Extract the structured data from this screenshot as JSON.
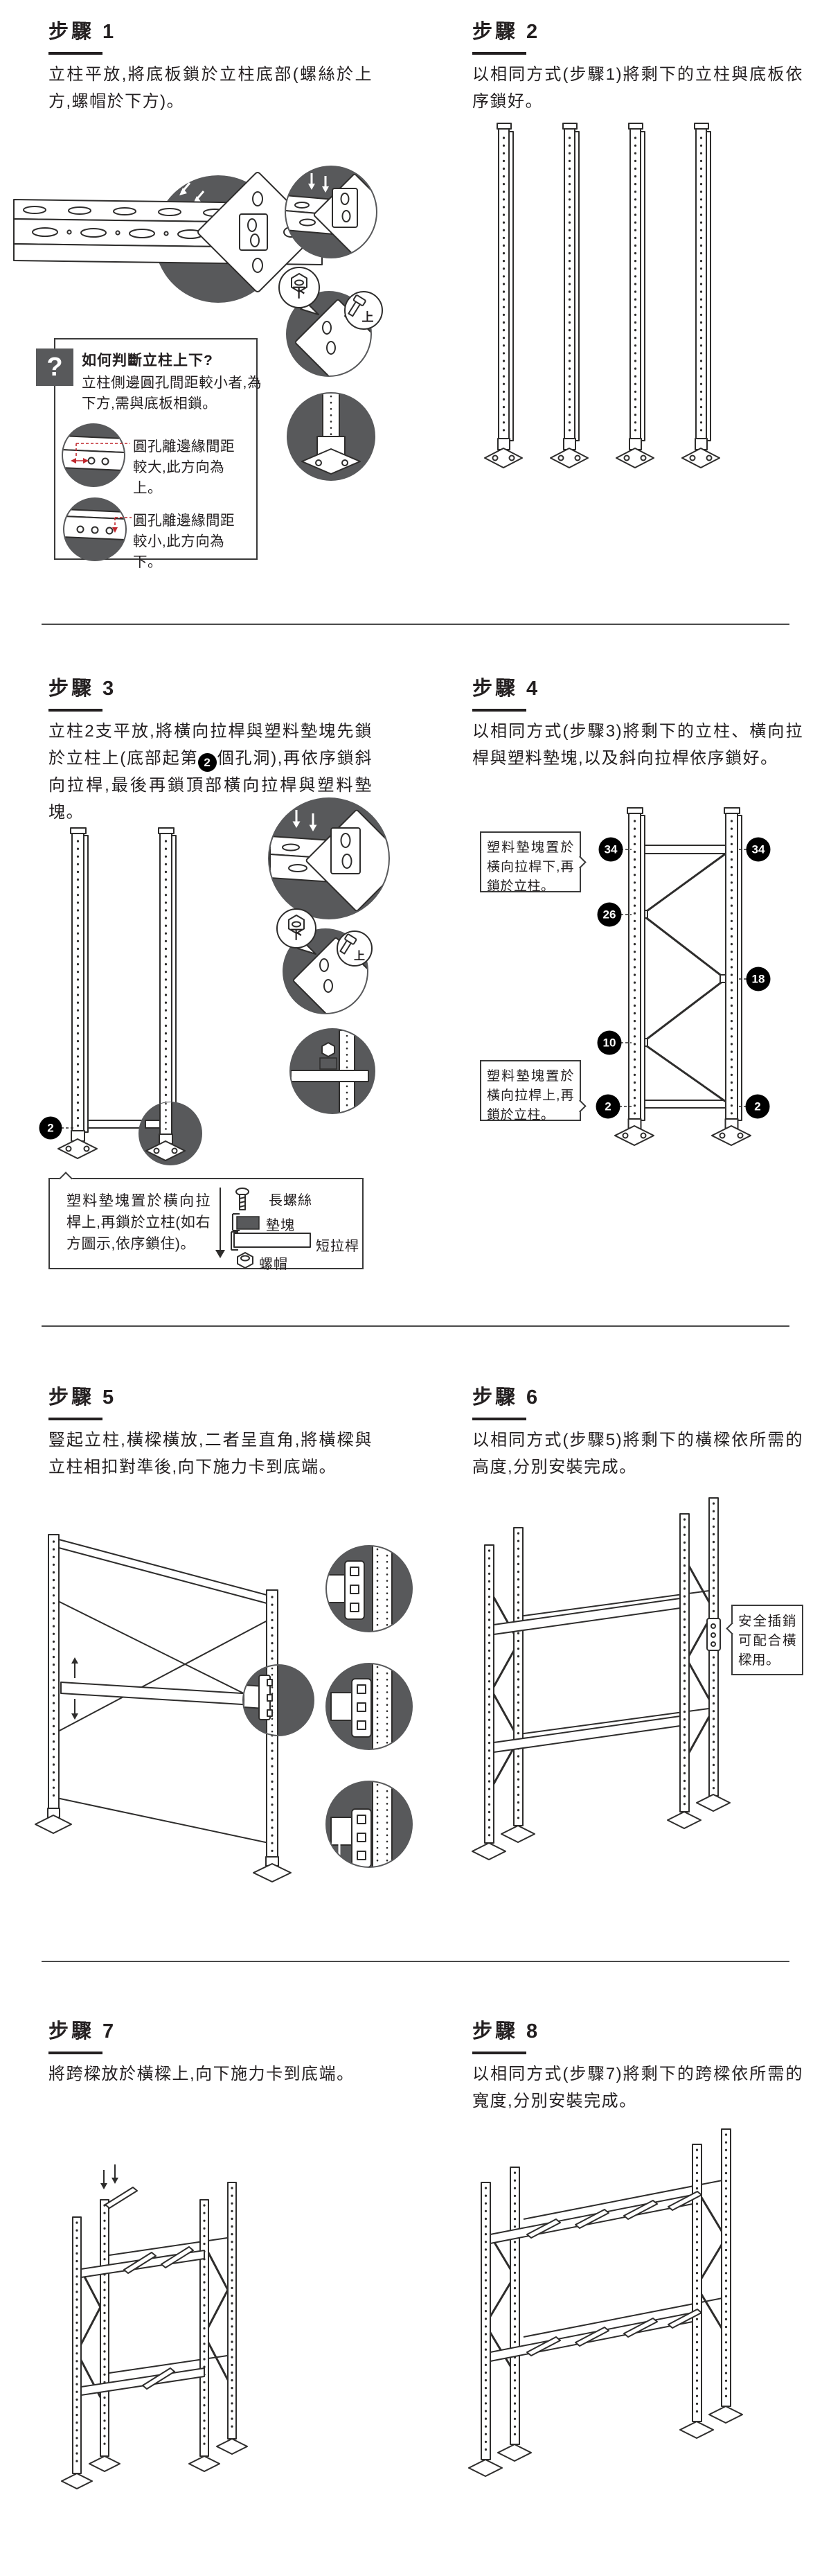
{
  "colors": {
    "text": "#231f20",
    "dark_gray": "#58595b",
    "accent_red": "#c0272d",
    "line": "#2e2d2c"
  },
  "labels": {
    "up": "上",
    "down": "下"
  },
  "steps": [
    {
      "title": "步驟 1",
      "body": "立柱平放,將底板鎖於立柱底部(螺絲於上方,螺帽於下方)。"
    },
    {
      "title": "步驟 2",
      "body": "以相同方式(步驟1)將剩下的立柱與底板依序鎖好。"
    },
    {
      "title": "步驟 3",
      "body_pre": "立柱2支平放,將橫向拉桿與塑料墊塊先鎖於立柱上(底部起第",
      "body_badge": "2",
      "body_post": "個孔洞),再依序鎖斜向拉桿,最後再鎖頂部橫向拉桿與塑料墊塊。"
    },
    {
      "title": "步驟 4",
      "body": "以相同方式(步驟3)將剩下的立柱、橫向拉桿與塑料墊塊,以及斜向拉桿依序鎖好。"
    },
    {
      "title": "步驟 5",
      "body": "豎起立柱,橫樑橫放,二者呈直角,將橫樑與立柱相扣對準後,向下施力卡到底端。"
    },
    {
      "title": "步驟 6",
      "body": "以相同方式(步驟5)將剩下的橫樑依所需的高度,分別安裝完成。"
    },
    {
      "title": "步驟 7",
      "body": "將跨樑放於橫樑上,向下施力卡到底端。"
    },
    {
      "title": "步驟 8",
      "body": "以相同方式(步驟7)將剩下的跨樑依所需的寬度,分別安裝完成。"
    }
  ],
  "qa": {
    "icon": "?",
    "title": "如何判斷立柱上下?",
    "body": "立柱側邊圓孔間距較小者,為下方,需與底板相鎖。",
    "notes": [
      {
        "text": "圓孔離邊緣間距較大,此方向為上。"
      },
      {
        "text": "圓孔離邊緣間距較小,此方向為下。"
      }
    ]
  },
  "step3_marker": "2",
  "step3_callout": {
    "text": "塑料墊塊置於橫向拉桿上,再鎖於立柱(如右方圖示,依序鎖住)。",
    "legend": [
      {
        "icon": "long-screw-icon",
        "label": "長螺絲"
      },
      {
        "icon": "pad-icon",
        "label": "墊塊"
      },
      {
        "icon": "short-bar-icon",
        "label": "短拉桿"
      },
      {
        "icon": "nut-icon",
        "label": "螺帽"
      }
    ]
  },
  "step4": {
    "callout_top": "塑料墊塊置於橫向拉桿下,再鎖於立柱。",
    "callout_bottom": "塑料墊塊置於橫向拉桿上,再鎖於立柱。",
    "badges_left": [
      {
        "v": "34"
      },
      {
        "v": "26"
      },
      {
        "v": "10"
      },
      {
        "v": "2"
      }
    ],
    "badges_right": [
      {
        "v": "34"
      },
      {
        "v": "18"
      },
      {
        "v": "2"
      }
    ]
  },
  "step6_callout": "安全插銷可配合橫樑用。"
}
